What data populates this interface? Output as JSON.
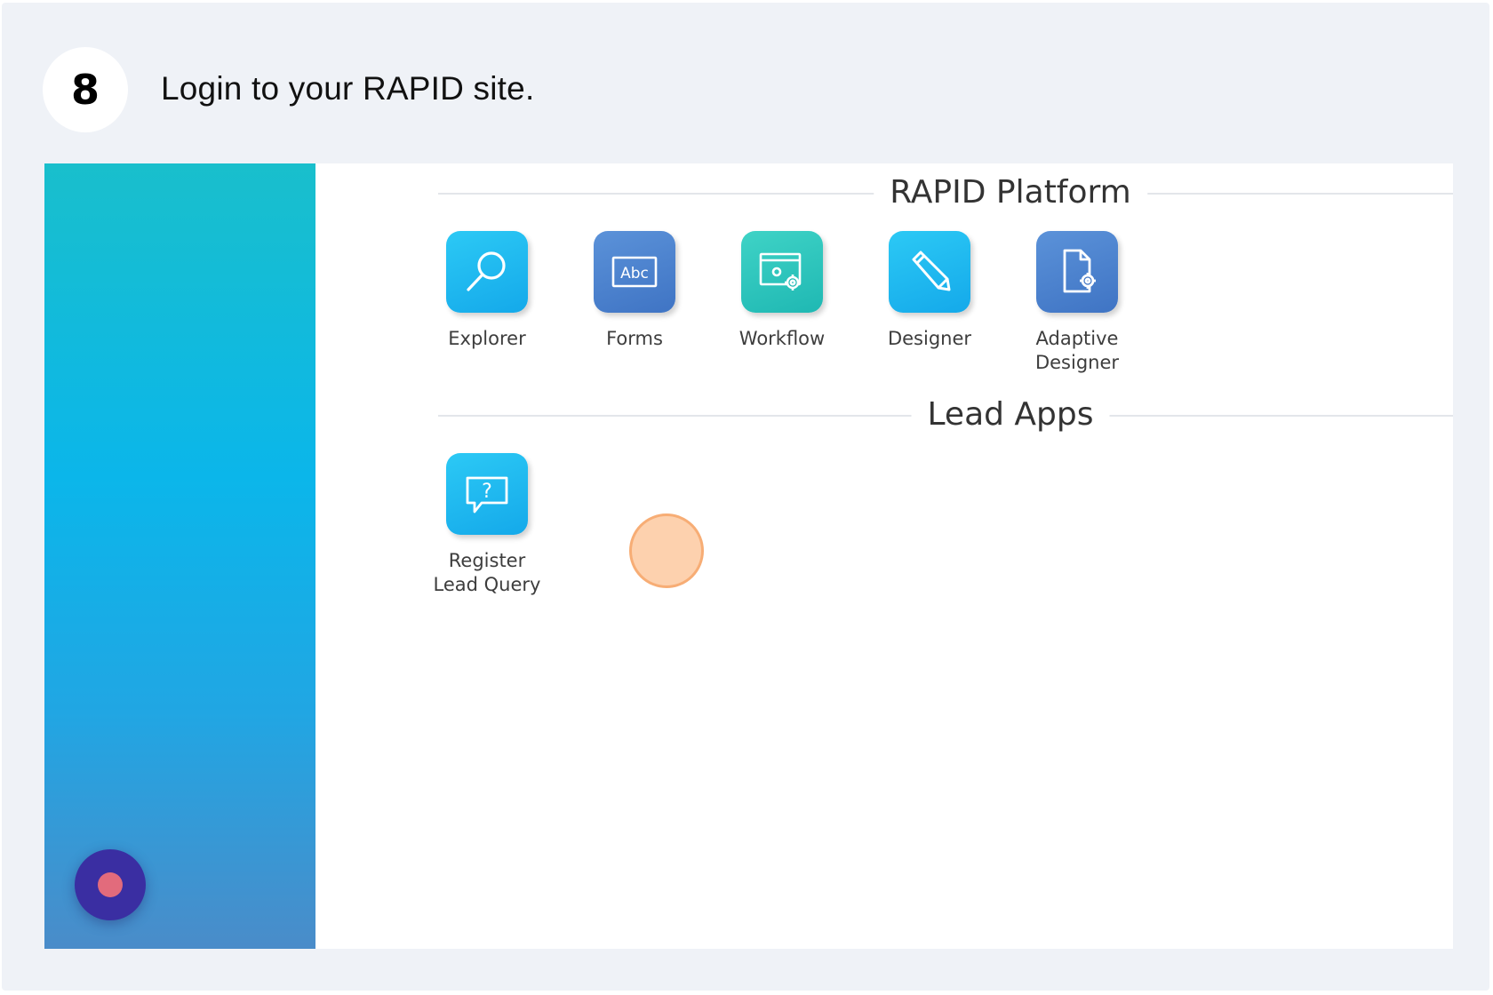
{
  "step": {
    "number": "8",
    "title": "Login to your RAPID site."
  },
  "sections": {
    "platform": {
      "title": "RAPID Platform",
      "tiles": [
        {
          "label": "Explorer",
          "icon": "magnifier-icon"
        },
        {
          "label": "Forms",
          "icon": "abc-form-icon"
        },
        {
          "label": "Workflow",
          "icon": "workflow-gear-icon"
        },
        {
          "label": "Designer",
          "icon": "pencil-icon"
        },
        {
          "label": "Adaptive Designer",
          "icon": "document-gear-icon"
        }
      ]
    },
    "lead_apps": {
      "title": "Lead Apps",
      "tiles": [
        {
          "label": "Register Lead Query",
          "icon": "question-bubble-icon"
        }
      ]
    }
  },
  "colors": {
    "sidebar_top": "#19bfcc",
    "sidebar_bottom": "#4a8cc9",
    "fab": "#3a2ea2",
    "fab_dot": "#e26b7c",
    "click_marker": "#fdd1ae"
  }
}
